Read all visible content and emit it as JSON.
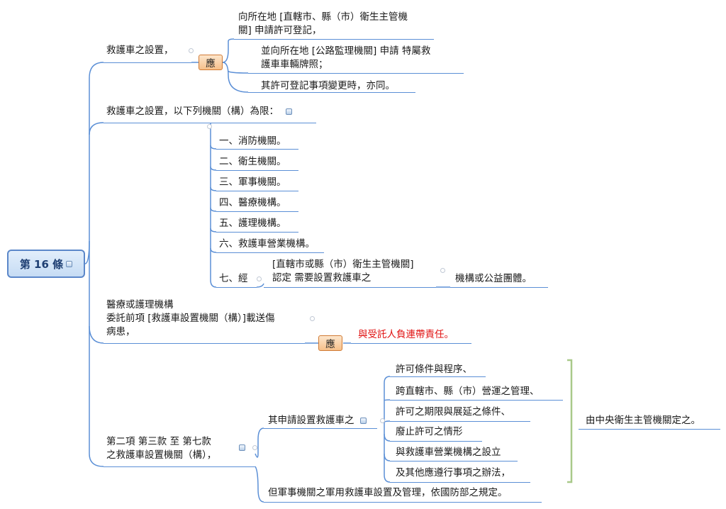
{
  "root": {
    "label": "第 16 條"
  },
  "branch1": {
    "text": "救護車之設置，",
    "tag": "應",
    "children": [
      {
        "lines": [
          "向所在地 [直轄市、縣（市）衛生主管機",
          "關] 申請許可登記，"
        ]
      },
      {
        "lines": [
          "並向所在地 [公路監理機關] 申請 特屬救",
          "護車車輛牌照；"
        ]
      },
      {
        "lines": [
          "其許可登記事項變更時，亦同。"
        ]
      }
    ]
  },
  "branch2": {
    "text": "救護車之設置，以下列機關（構）為限：",
    "items": [
      "一、消防機關。",
      "二、衛生機關。",
      "三、軍事機關。",
      "四、醫療機構。",
      "五、護理機構。",
      "六、救護車營業機構。",
      "七、經"
    ],
    "item7_middle": [
      "[直轄市或縣（市）衛生主管機關]",
      "認定 需要設置救護車之"
    ],
    "item7_end": "機構或公益團體。"
  },
  "branch3": {
    "lines": [
      "醫療或護理機構",
      "委託前項 [救護車設置機關（構）]載送傷",
      "病患，"
    ],
    "tag": "應",
    "result": "與受託人負連帶責任。"
  },
  "branch4": {
    "lines": [
      "第二項 第三款 至 第七款",
      "之救護車設置機關（構），"
    ],
    "sub1": "其申請設置救護車之",
    "sub1_items": [
      "許可條件與程序、",
      "跨直轄市、縣（市）營運之管理、",
      "許可之期限與展延之條件、",
      "廢止許可之情形",
      "與救護車營業機構之設立",
      "及其他應遵行事項之辦法，"
    ],
    "sub1_result": "由中央衛生主管機關定之。",
    "sub2": "但軍事機關之軍用救護車設置及管理，依國防部之規定。"
  },
  "colors": {
    "line": "#5b8fd6",
    "tag_border": "#d07a34",
    "root_border": "#5b87c9",
    "bracket": "#a9c98a",
    "highlight": "#e01010"
  }
}
